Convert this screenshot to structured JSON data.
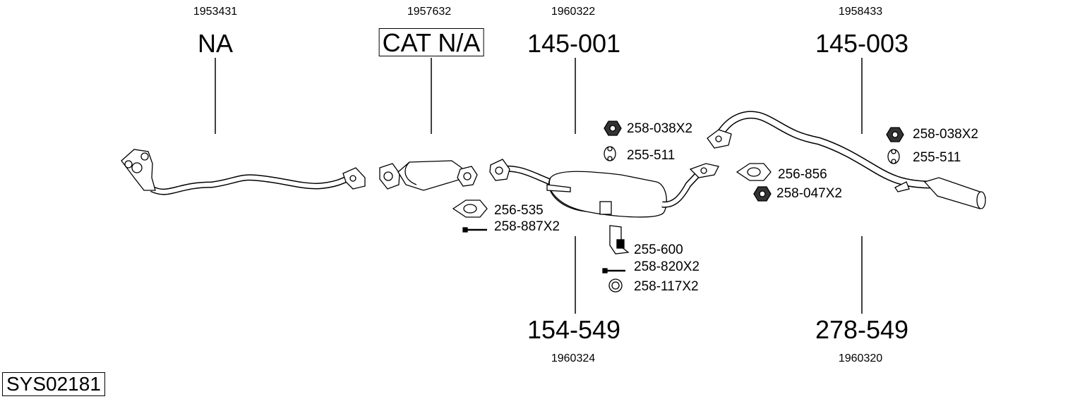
{
  "system_code": "SYS02181",
  "sections": [
    {
      "ref": "1953431",
      "label": "NA",
      "boxed": false
    },
    {
      "ref": "1957632",
      "label": "CAT N/A",
      "boxed": true
    },
    {
      "ref": "1960322",
      "label": "145-001",
      "boxed": false
    },
    {
      "ref": "1958433",
      "label": "145-003",
      "boxed": false
    },
    {
      "ref": "1960324",
      "label": "154-549",
      "boxed": false
    },
    {
      "ref": "1960320",
      "label": "278-549",
      "boxed": false
    }
  ],
  "parts": {
    "gasket_256_535": "256-535",
    "bolt_258_887": "258-887X2",
    "nut_258_038_a": "258-038X2",
    "hanger_255_511_a": "255-511",
    "bracket_255_600": "255-600",
    "bolt_258_820": "258-820X2",
    "ring_258_117": "258-117X2",
    "gasket_256_856": "256-856",
    "nut_258_047": "258-047X2",
    "nut_258_038_b": "258-038X2",
    "hanger_255_511_b": "255-511"
  }
}
